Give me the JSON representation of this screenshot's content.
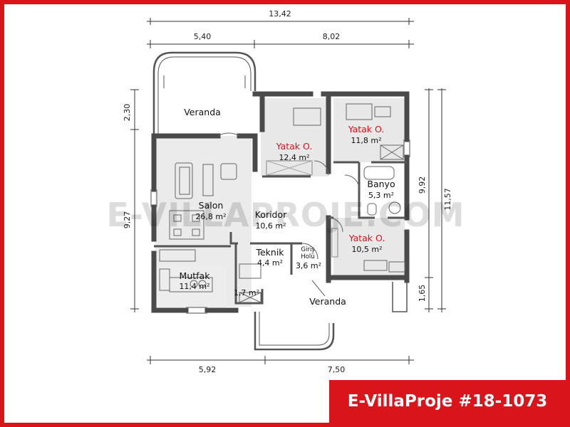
{
  "dimensions": {
    "top_total": "13,42",
    "top_left": "5,40",
    "top_right": "8,02",
    "bottom_left": "5,92",
    "bottom_right": "7,50",
    "left_top": "2,30",
    "left_main": "9,27",
    "right_main": "9,92",
    "right_bottom": "1,65",
    "right_total": "11,57"
  },
  "rooms": {
    "veranda_top": {
      "name": "Veranda"
    },
    "yatak_1": {
      "name": "Yatak O.",
      "area": "12,4 m²"
    },
    "yatak_2": {
      "name": "Yatak O.",
      "area": "11,8 m²"
    },
    "banyo": {
      "name": "Banyo",
      "area": "5,3 m²"
    },
    "salon": {
      "name": "Salon",
      "area": "26,8 m²"
    },
    "koridor": {
      "name": "Koridor",
      "area": "10,6 m²"
    },
    "yatak_3": {
      "name": "Yatak O.",
      "area": "10,5 m²"
    },
    "teknik": {
      "name": "Teknik",
      "area": "4,4 m²"
    },
    "giris": {
      "name_line1": "Giriş",
      "name_line2": "Holü",
      "area": "3,6 m²"
    },
    "mutfak": {
      "name": "Mutfak",
      "area": "11,4 m²"
    },
    "wc": {
      "area": "1,7 m²"
    },
    "veranda_bottom": {
      "name": "Veranda"
    }
  },
  "watermark": "E-VILLAPROJE.COM",
  "badge": "E-VillaProje #18-1073",
  "colors": {
    "frame": "#d9141b",
    "accent_text": "#e0101a",
    "wall": "#4a4a4a"
  }
}
